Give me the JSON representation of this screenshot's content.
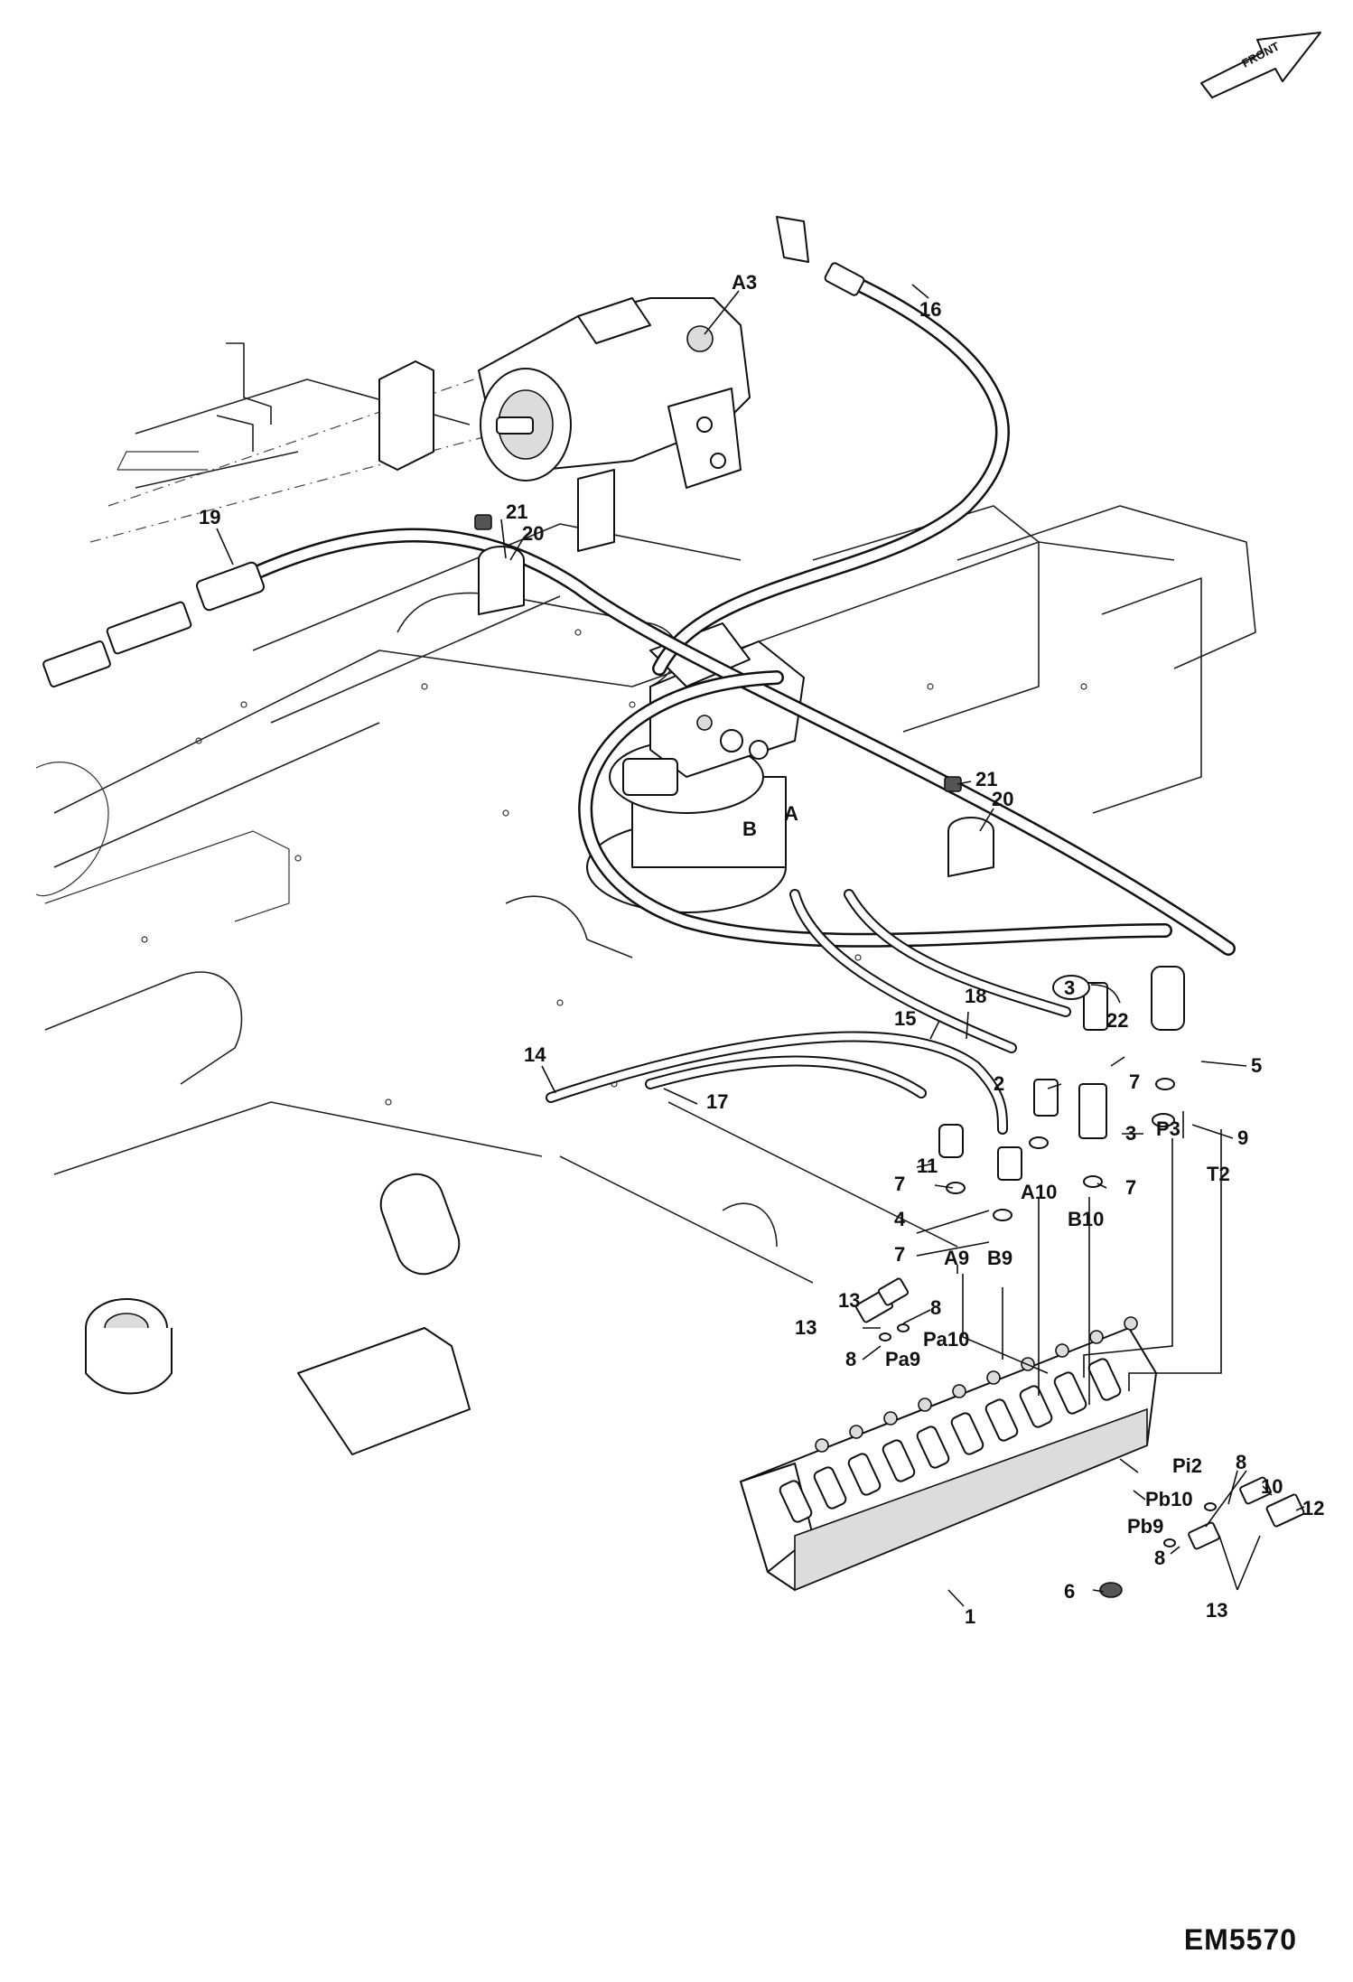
{
  "drawing_code": "EM5570",
  "orientation": {
    "label": "FRONT",
    "icon": "arrow-icon"
  },
  "callouts": [
    {
      "id": "c1",
      "label": "1"
    },
    {
      "id": "c2",
      "label": "2"
    },
    {
      "id": "c3a",
      "label": "3"
    },
    {
      "id": "c3b",
      "label": "3"
    },
    {
      "id": "c4",
      "label": "4"
    },
    {
      "id": "c5",
      "label": "5"
    },
    {
      "id": "c6",
      "label": "6"
    },
    {
      "id": "c7a",
      "label": "7"
    },
    {
      "id": "c7b",
      "label": "7"
    },
    {
      "id": "c7c",
      "label": "7"
    },
    {
      "id": "c7d",
      "label": "7"
    },
    {
      "id": "c8a",
      "label": "8"
    },
    {
      "id": "c8b",
      "label": "8"
    },
    {
      "id": "c8c",
      "label": "8"
    },
    {
      "id": "c8d",
      "label": "8"
    },
    {
      "id": "c9",
      "label": "9"
    },
    {
      "id": "c10",
      "label": "10"
    },
    {
      "id": "c11",
      "label": "11"
    },
    {
      "id": "c12",
      "label": "12"
    },
    {
      "id": "c13a",
      "label": "13"
    },
    {
      "id": "c13b",
      "label": "13"
    },
    {
      "id": "c13c",
      "label": "13"
    },
    {
      "id": "c14",
      "label": "14"
    },
    {
      "id": "c15",
      "label": "15"
    },
    {
      "id": "c16",
      "label": "16"
    },
    {
      "id": "c17",
      "label": "17"
    },
    {
      "id": "c18",
      "label": "18"
    },
    {
      "id": "c19",
      "label": "19"
    },
    {
      "id": "c20a",
      "label": "20"
    },
    {
      "id": "c20b",
      "label": "20"
    },
    {
      "id": "c21a",
      "label": "21"
    },
    {
      "id": "c21b",
      "label": "21"
    },
    {
      "id": "c22",
      "label": "22"
    }
  ],
  "ports": [
    {
      "id": "pA3",
      "label": "A3"
    },
    {
      "id": "pA",
      "label": "A"
    },
    {
      "id": "pB",
      "label": "B"
    },
    {
      "id": "pP3",
      "label": "P3"
    },
    {
      "id": "pT2",
      "label": "T2"
    },
    {
      "id": "pA10",
      "label": "A10"
    },
    {
      "id": "pB10",
      "label": "B10"
    },
    {
      "id": "pA9",
      "label": "A9"
    },
    {
      "id": "pB9",
      "label": "B9"
    },
    {
      "id": "pPa10",
      "label": "Pa10"
    },
    {
      "id": "pPa9",
      "label": "Pa9"
    },
    {
      "id": "pPi2",
      "label": "Pi2"
    },
    {
      "id": "pPb10",
      "label": "Pb10"
    },
    {
      "id": "pPb9",
      "label": "Pb9"
    }
  ]
}
